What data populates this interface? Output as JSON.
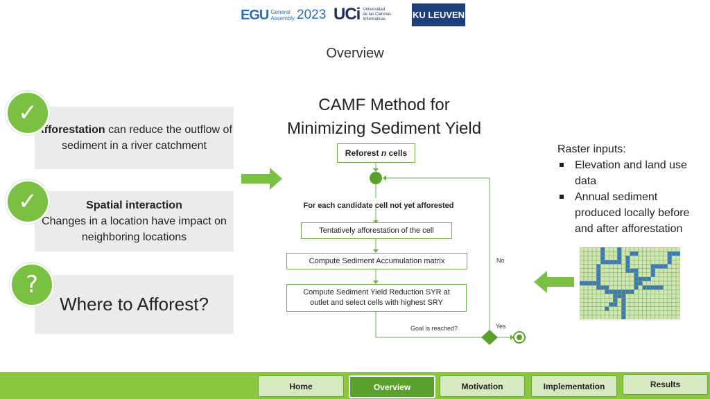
{
  "header": {
    "egu": {
      "mark": "EGU",
      "sub1": "General",
      "sub2": "Assembly",
      "year": "2023"
    },
    "uci": {
      "mark": "UCi",
      "sub1": "Universidad",
      "sub2": "de las Ciencias",
      "sub3": "Informáticas"
    },
    "ku": "KU LEUVEN"
  },
  "page_title": "Overview",
  "cards": [
    {
      "bold": "Afforestation",
      "rest": " can reduce the outflow of sediment in a river catchment",
      "badge": "✓"
    },
    {
      "bold": "Spatial interaction",
      "rest": "Changes in a location have impact on neighboring locations",
      "badge": "✓"
    },
    {
      "text": "Where to Afforest?",
      "badge": "?"
    }
  ],
  "method": {
    "title_line1": "CAMF Method for",
    "title_line2": "Minimizing Sediment Yield",
    "reforest_pre": "Reforest ",
    "reforest_n": "n",
    "reforest_post": " cells",
    "for_each": "For each candidate cell not yet afforested",
    "tentative": "Tentatively afforestation of the cell",
    "accumulation": "Compute Sediment Accumulation matrix",
    "sry_line1": "Compute Sediment Yield Reduction SYR at",
    "sry_line2": "outlet and select cells with highest SRY",
    "goal": "Goal is reached?",
    "no": "No",
    "yes": "Yes"
  },
  "raster": {
    "heading": "Raster inputs:",
    "items": [
      "Elevation and land use data",
      "Annual sediment produced locally before and after afforestation"
    ]
  },
  "nav": {
    "items": [
      "Home",
      "Overview",
      "Motivation",
      "Implementation",
      "Results"
    ],
    "active": "Overview"
  },
  "colors": {
    "accent": "#7ac143",
    "nav_bar": "#8cc63f",
    "card_bg": "#ebebeb",
    "river": "#3a78c2",
    "land": "#cfe6b0"
  }
}
